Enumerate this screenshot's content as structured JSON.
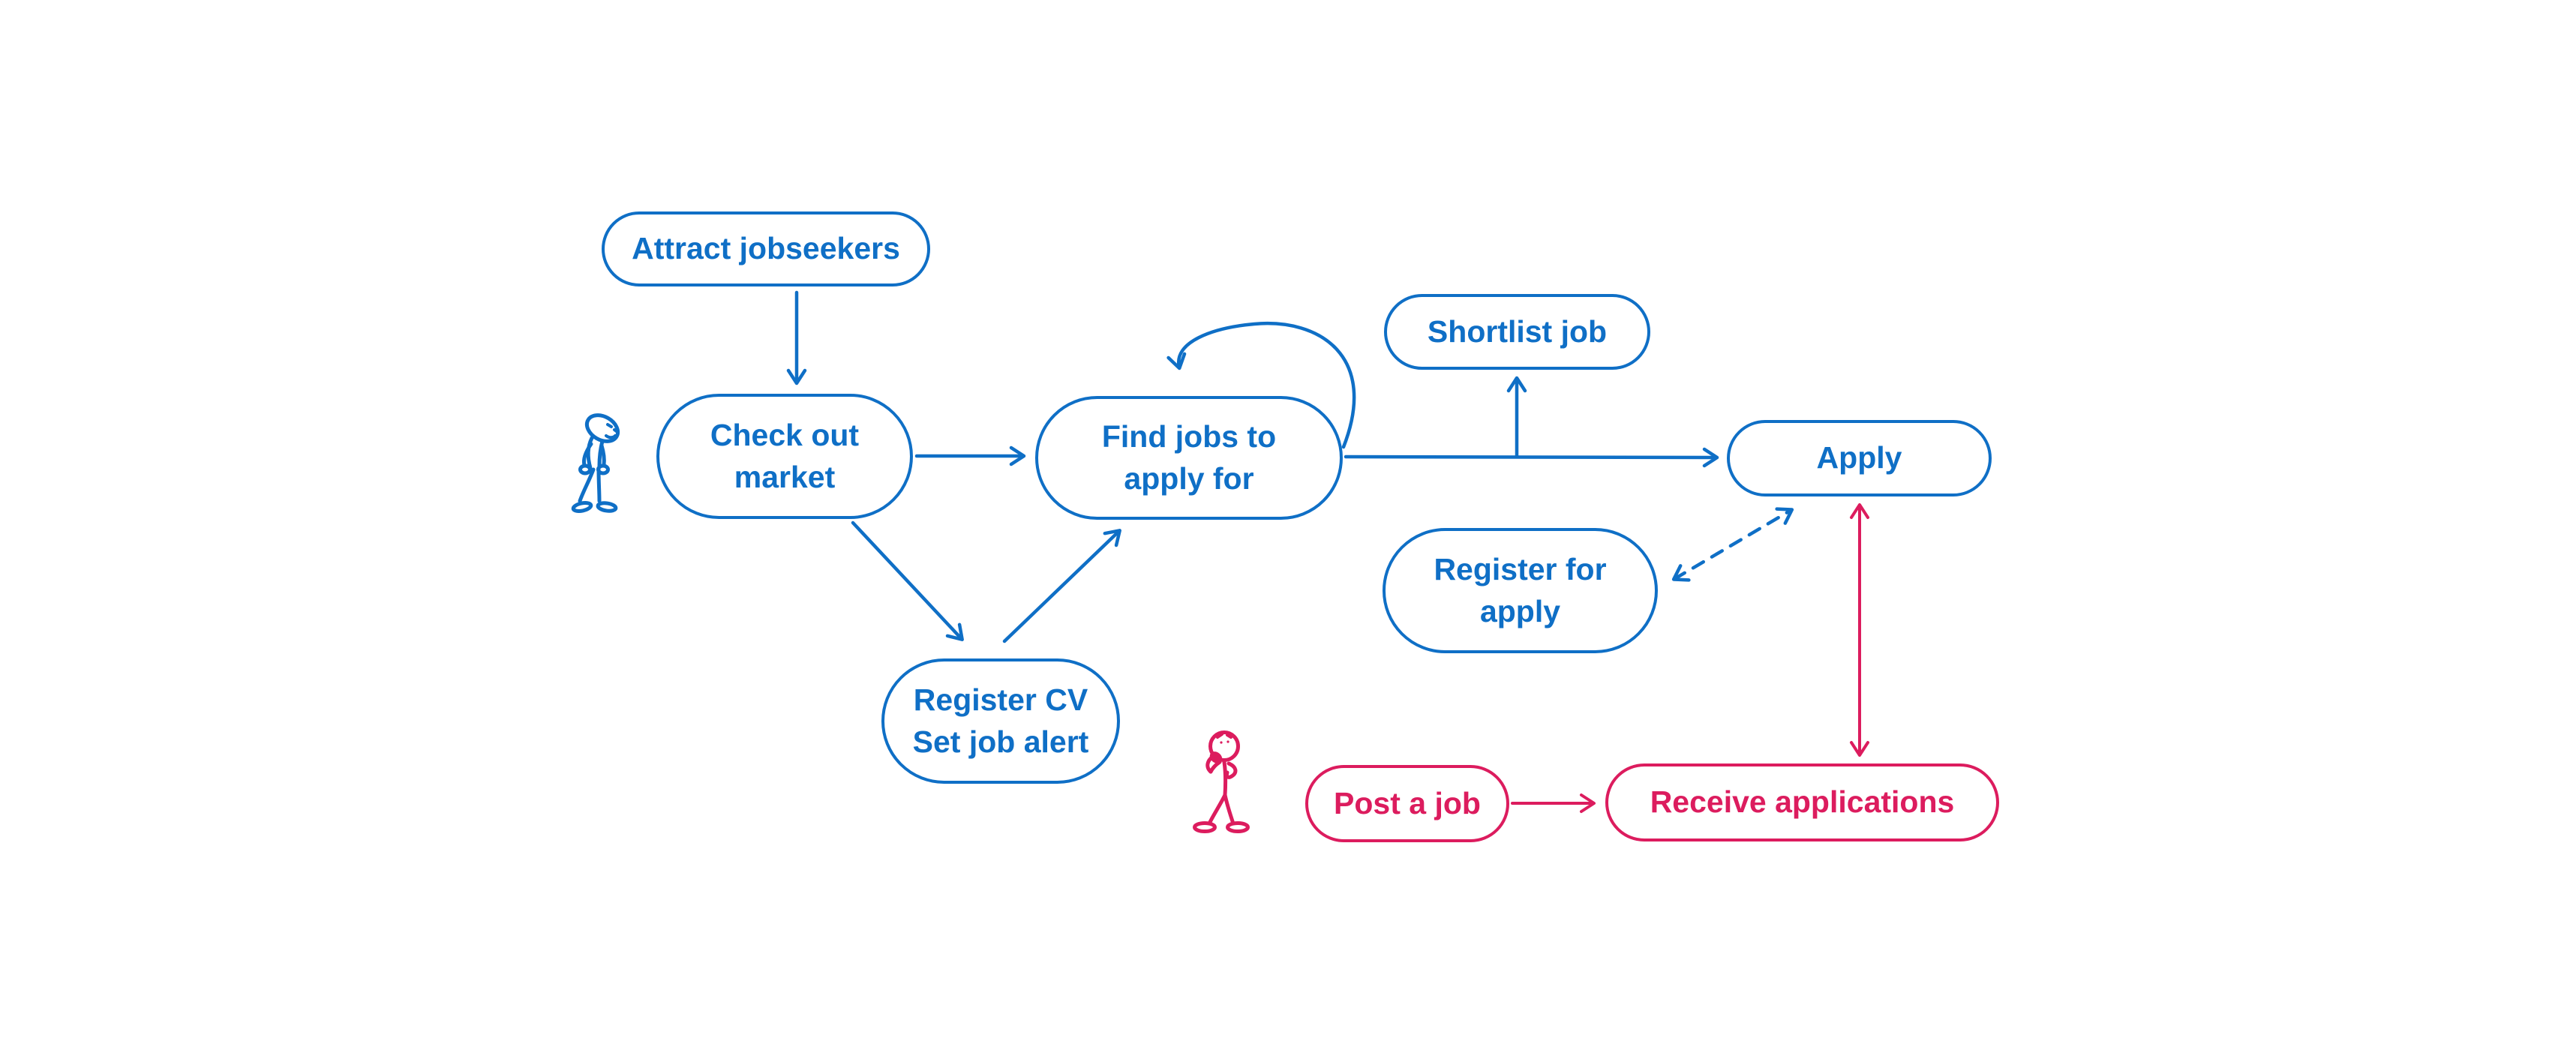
{
  "diagram": {
    "colors": {
      "jobseeker_flow_blue": "#0f6fc6",
      "employer_flow_pink": "#dc1c5e",
      "background": "#ffffff"
    },
    "actors": {
      "jobseeker": {
        "icon": "jobseeker-stick-figure",
        "color": "#0f6fc6"
      },
      "employer": {
        "icon": "employer-stick-figure",
        "color": "#dc1c5e"
      }
    },
    "nodes": {
      "attract_jobseekers": {
        "line1": "Attract jobseekers",
        "group": "jobseeker"
      },
      "check_out_market": {
        "line1": "Check out",
        "line2": "market",
        "group": "jobseeker"
      },
      "find_jobs": {
        "line1": "Find jobs to",
        "line2": "apply for",
        "group": "jobseeker"
      },
      "shortlist_job": {
        "line1": "Shortlist job",
        "group": "jobseeker"
      },
      "apply": {
        "line1": "Apply",
        "group": "jobseeker"
      },
      "register_for_apply": {
        "line1": "Register for",
        "line2": "apply",
        "group": "jobseeker"
      },
      "register_cv": {
        "line1": "Register CV",
        "line2": "Set job alert",
        "group": "jobseeker"
      },
      "post_a_job": {
        "line1": "Post a job",
        "group": "employer"
      },
      "receive_applications": {
        "line1": "Receive applications",
        "group": "employer"
      }
    },
    "edges": [
      {
        "from": "attract_jobseekers",
        "to": "check_out_market",
        "style": "solid",
        "direction": "one-way",
        "color": "#0f6fc6"
      },
      {
        "from": "check_out_market",
        "to": "find_jobs",
        "style": "solid",
        "direction": "one-way",
        "color": "#0f6fc6"
      },
      {
        "from": "check_out_market",
        "to": "register_cv",
        "style": "solid",
        "direction": "one-way",
        "color": "#0f6fc6"
      },
      {
        "from": "register_cv",
        "to": "find_jobs",
        "style": "solid",
        "direction": "one-way",
        "color": "#0f6fc6"
      },
      {
        "from": "find_jobs",
        "to": "find_jobs",
        "style": "solid",
        "direction": "self-loop",
        "color": "#0f6fc6"
      },
      {
        "from": "find_jobs",
        "to": "shortlist_job",
        "style": "solid",
        "direction": "one-way",
        "color": "#0f6fc6"
      },
      {
        "from": "find_jobs",
        "to": "apply",
        "style": "solid",
        "direction": "one-way",
        "color": "#0f6fc6"
      },
      {
        "from": "register_for_apply",
        "to": "apply",
        "style": "dashed",
        "direction": "two-way",
        "color": "#0f6fc6"
      },
      {
        "from": "post_a_job",
        "to": "receive_applications",
        "style": "solid",
        "direction": "one-way",
        "color": "#dc1c5e"
      },
      {
        "from": "apply",
        "to": "receive_applications",
        "style": "solid",
        "direction": "two-way",
        "color": "#dc1c5e"
      }
    ]
  }
}
